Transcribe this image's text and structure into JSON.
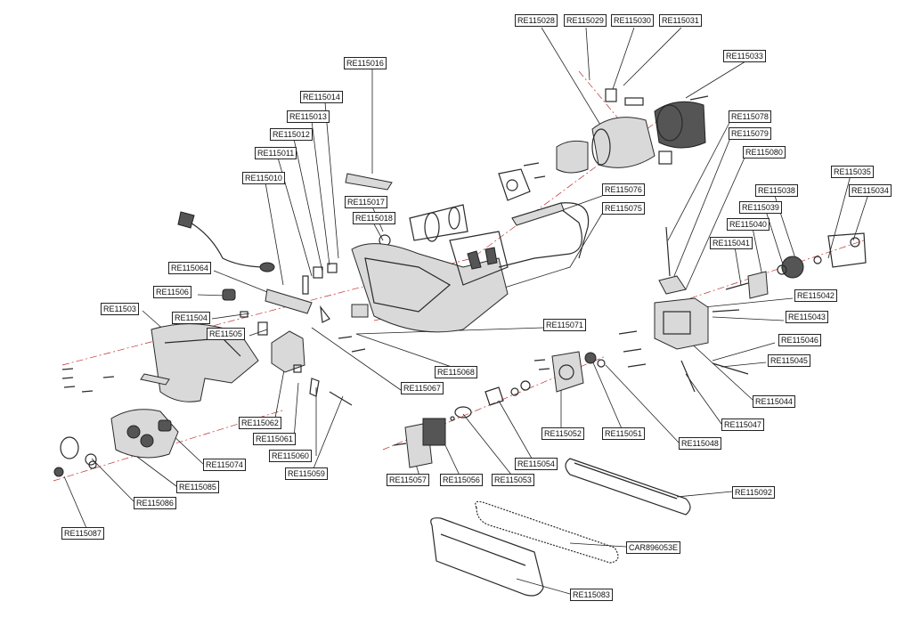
{
  "labels": [
    "RE115028",
    "RE115029",
    "RE115030",
    "RE115031",
    "RE115033",
    "RE115016",
    "RE115014",
    "RE115013",
    "RE115012",
    "RE115011",
    "RE115010",
    "RE115078",
    "RE115079",
    "RE115080",
    "RE115076",
    "RE115075",
    "RE115035",
    "RE115034",
    "RE115038",
    "RE115039",
    "RE115040",
    "RE115041",
    "RE115017",
    "RE115018",
    "RE115064",
    "RE11506",
    "RE11503",
    "RE115042",
    "RE11504",
    "RE115043",
    "RE11505",
    "RE115071",
    "RE115046",
    "RE115045",
    "RE115068",
    "RE115067",
    "RE115044",
    "RE115062",
    "RE115047",
    "RE115061",
    "RE115052",
    "RE115051",
    "RE115048",
    "RE115060",
    "RE115054",
    "RE115074",
    "RE115059",
    "RE115057",
    "RE115056",
    "RE115053",
    "RE115085",
    "RE115092",
    "RE115086",
    "RE115087",
    "CAR896053E",
    "RE115083"
  ]
}
